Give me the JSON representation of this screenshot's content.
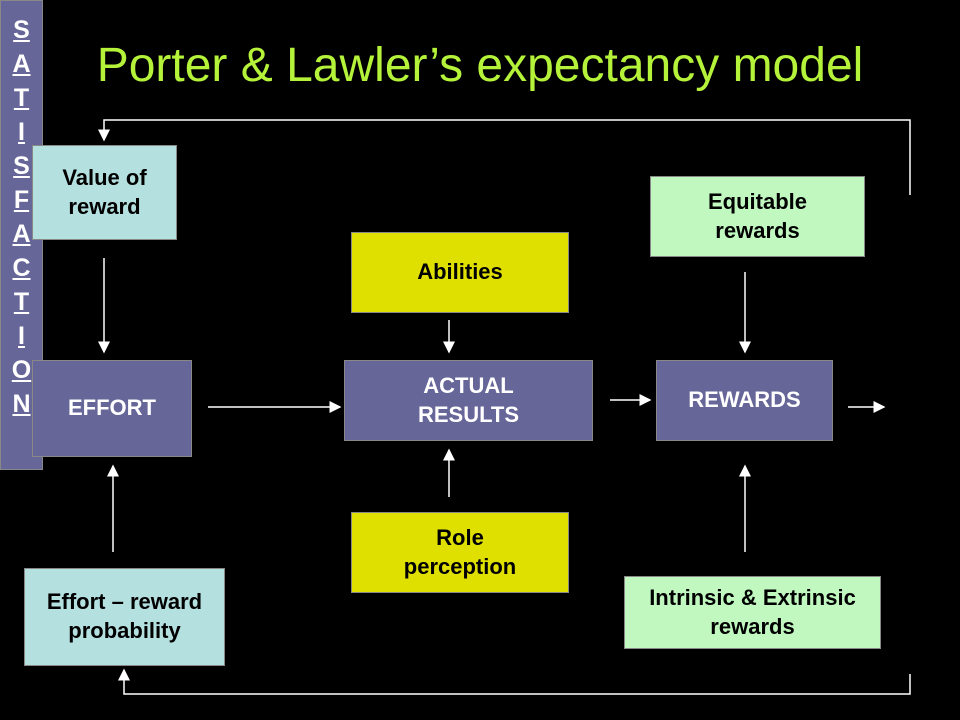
{
  "title": "Porter & Lawler’s expectancy model",
  "nodes": {
    "value_of_reward": "Value of\nreward",
    "effort": "EFFORT",
    "effort_reward_probability": "Effort – reward\nprobability",
    "abilities": "Abilities",
    "actual_results": "ACTUAL\nRESULTS",
    "role_perception": "Role\nperception",
    "equitable_rewards": "Equitable\nrewards",
    "rewards": "REWARDS",
    "intrinsic_extrinsic": "Intrinsic & Extrinsic\nrewards",
    "satisfaction": "SATISFACTION"
  },
  "colors": {
    "title": "#b5f23a",
    "teal": "#b5e0e0",
    "purple": "#666699",
    "yellow": "#e0e000",
    "green": "#c0f8c0",
    "background": "#000000",
    "arrow": "#ffffff"
  }
}
